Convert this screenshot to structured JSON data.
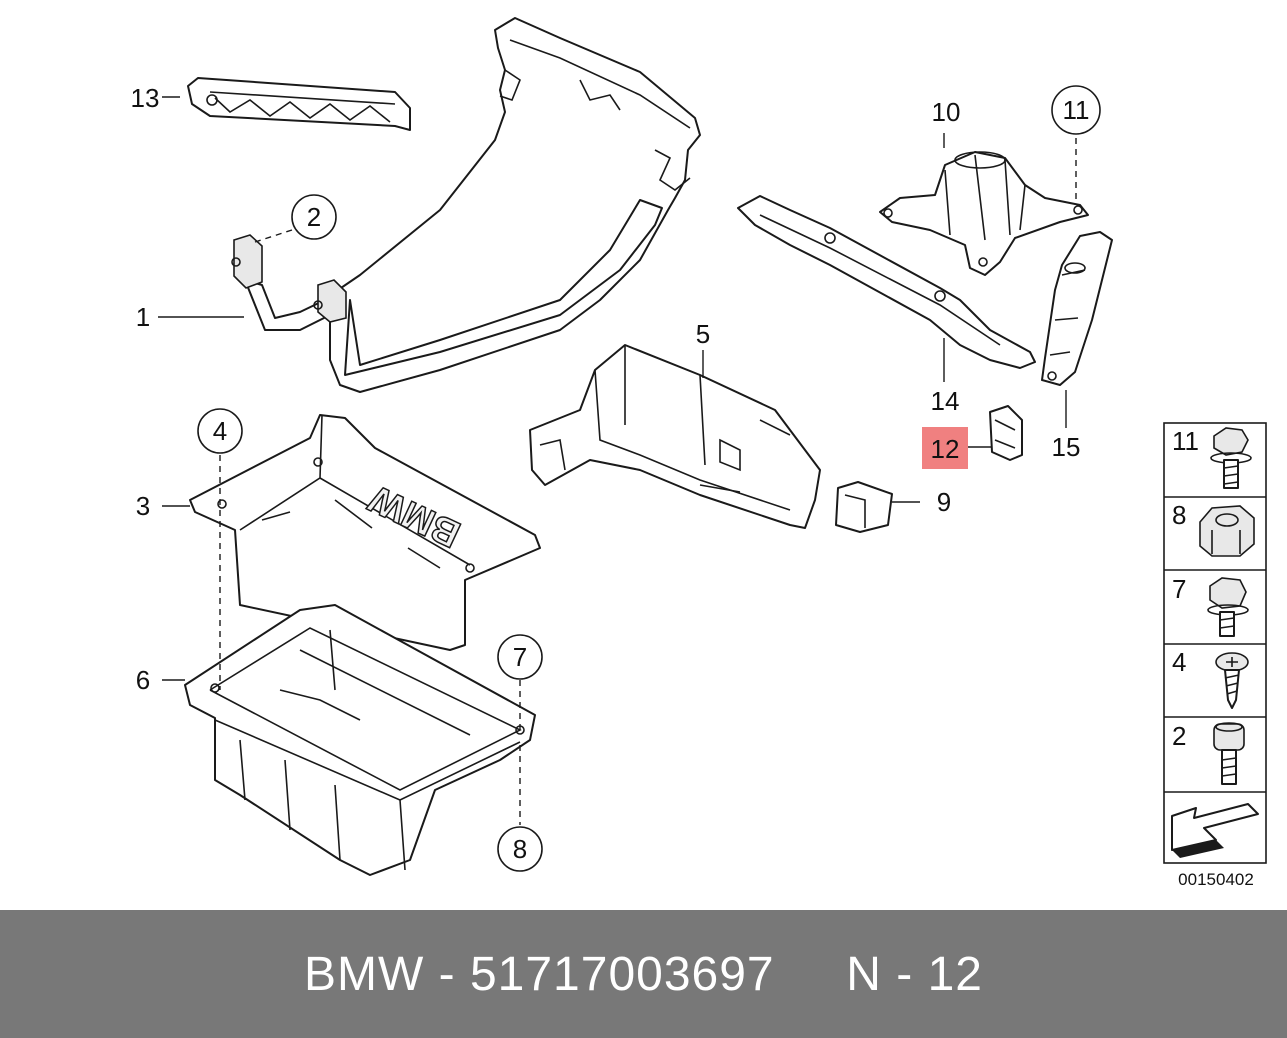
{
  "callouts": {
    "c1": "1",
    "c2": "2",
    "c3": "3",
    "c4": "4",
    "c5": "5",
    "c6": "6",
    "c7": "7",
    "c8": "8",
    "c9": "9",
    "c10": "10",
    "c11": "11",
    "c12": "12",
    "c13": "13",
    "c14": "14",
    "c15": "15"
  },
  "highlight": {
    "callout": "12",
    "color": "#f08080"
  },
  "box_embossing": "BMW",
  "legend": {
    "items": [
      "11",
      "8",
      "7",
      "4",
      "2"
    ],
    "diagram_id": "00150402"
  },
  "footer": {
    "text": "BMW - 51717003697     N - 12",
    "background": "#787878"
  }
}
